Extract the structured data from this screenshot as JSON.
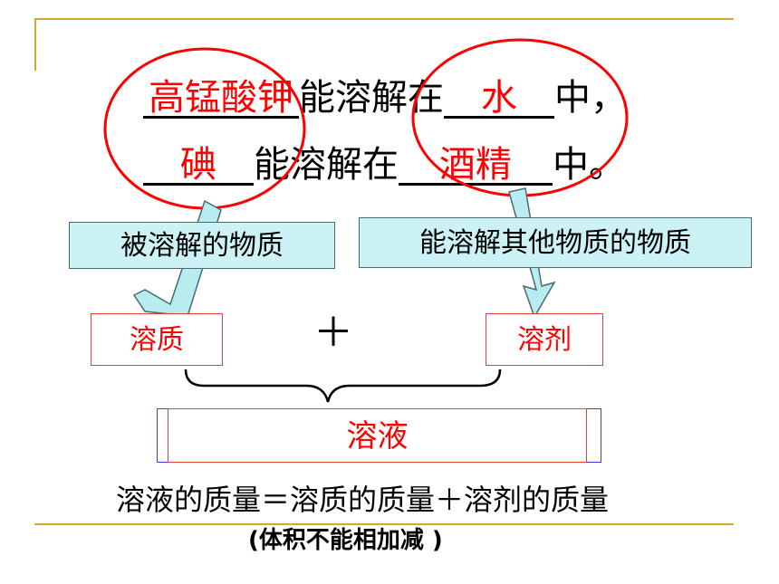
{
  "sentence1": {
    "blank1_answer": "高锰酸钾",
    "text1": "能溶解在",
    "blank2_answer": "水",
    "end": "中，"
  },
  "sentence2": {
    "blank1_answer": "碘",
    "text1": "能溶解在",
    "blank2_answer": "酒精",
    "end": "中。"
  },
  "concepts": {
    "solute_def": "被溶解的物质",
    "solvent_def": "能溶解其他物质的物质"
  },
  "terms": {
    "solute": "溶质",
    "plus": "＋",
    "solvent": "溶剂",
    "solution": "溶液"
  },
  "formula": {
    "equation": "溶液的质量＝溶质的质量＋溶剂的质量",
    "note": "(体积不能相加减 )"
  },
  "colors": {
    "accent_red": "#ff0000",
    "box_fill": "#ccf2f5",
    "arrow_fill": "#b8ecf0",
    "deco_gold": "#d4a92a"
  }
}
